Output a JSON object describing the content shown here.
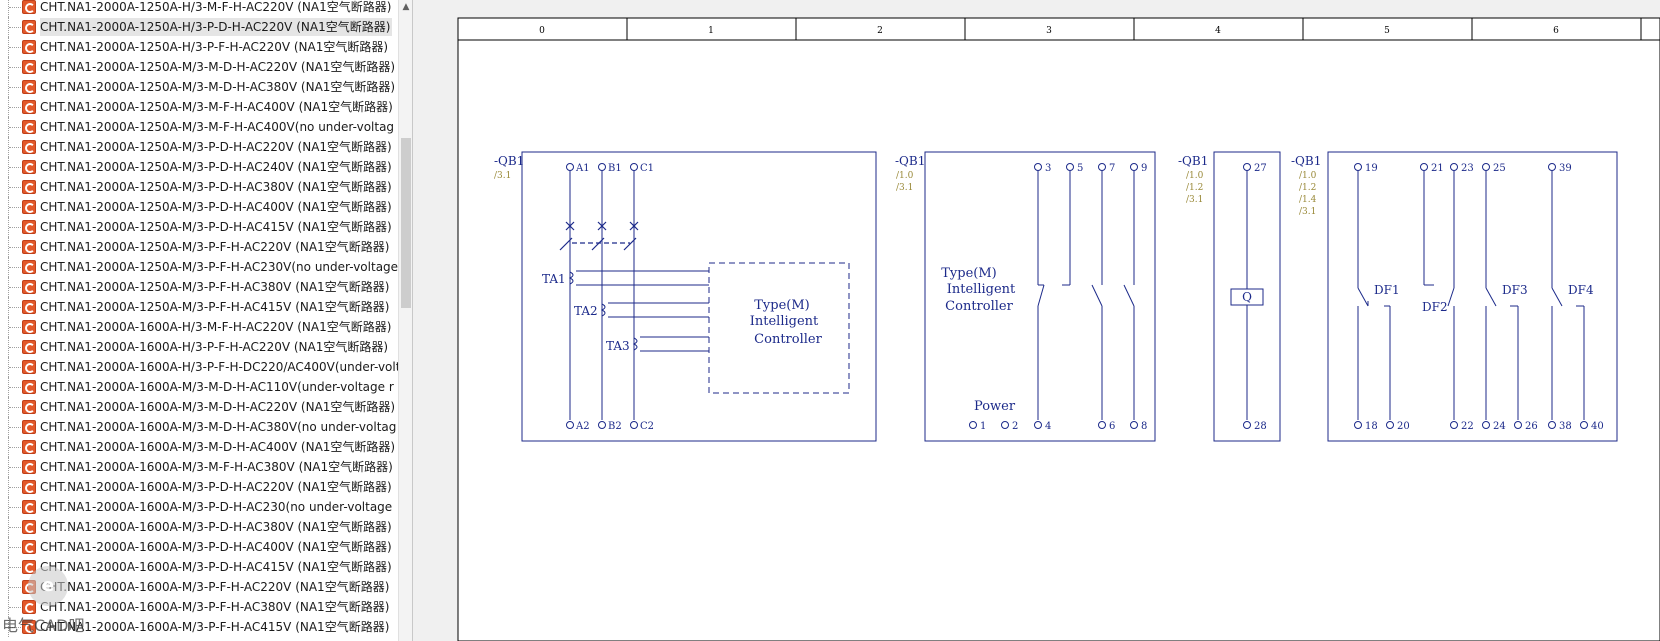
{
  "tree": {
    "selected_index": 1,
    "items": [
      "CHT.NA1-2000A-1250A-H/3-M-F-H-AC220V (NA1空气断路器)",
      "CHT.NA1-2000A-1250A-H/3-P-D-H-AC220V (NA1空气断路器)",
      "CHT.NA1-2000A-1250A-H/3-P-F-H-AC220V (NA1空气断路器)",
      "CHT.NA1-2000A-1250A-M/3-M-D-H-AC220V (NA1空气断路器)",
      "CHT.NA1-2000A-1250A-M/3-M-D-H-AC380V (NA1空气断路器)",
      "CHT.NA1-2000A-1250A-M/3-M-F-H-AC400V (NA1空气断路器)",
      "CHT.NA1-2000A-1250A-M/3-M-F-H-AC400V(no under-voltag",
      "CHT.NA1-2000A-1250A-M/3-P-D-H-AC220V (NA1空气断路器)",
      "CHT.NA1-2000A-1250A-M/3-P-D-H-AC240V (NA1空气断路器)",
      "CHT.NA1-2000A-1250A-M/3-P-D-H-AC380V (NA1空气断路器)",
      "CHT.NA1-2000A-1250A-M/3-P-D-H-AC400V (NA1空气断路器)",
      "CHT.NA1-2000A-1250A-M/3-P-D-H-AC415V (NA1空气断路器)",
      "CHT.NA1-2000A-1250A-M/3-P-F-H-AC220V (NA1空气断路器)",
      "CHT.NA1-2000A-1250A-M/3-P-F-H-AC230V(no under-voltage",
      "CHT.NA1-2000A-1250A-M/3-P-F-H-AC380V (NA1空气断路器)",
      "CHT.NA1-2000A-1250A-M/3-P-F-H-AC415V (NA1空气断路器)",
      "CHT.NA1-2000A-1600A-H/3-M-F-H-AC220V (NA1空气断路器)",
      "CHT.NA1-2000A-1600A-H/3-P-F-H-AC220V (NA1空气断路器)",
      "CHT.NA1-2000A-1600A-H/3-P-F-H-DC220/AC400V(under-volt",
      "CHT.NA1-2000A-1600A-M/3-M-D-H-AC110V(under-voltage r",
      "CHT.NA1-2000A-1600A-M/3-M-D-H-AC220V (NA1空气断路器)",
      "CHT.NA1-2000A-1600A-M/3-M-D-H-AC380V(no under-voltag",
      "CHT.NA1-2000A-1600A-M/3-M-D-H-AC400V (NA1空气断路器)",
      "CHT.NA1-2000A-1600A-M/3-M-F-H-AC380V (NA1空气断路器)",
      "CHT.NA1-2000A-1600A-M/3-P-D-H-AC220V (NA1空气断路器)",
      "CHT.NA1-2000A-1600A-M/3-P-D-H-AC230(no under-voltage",
      "CHT.NA1-2000A-1600A-M/3-P-D-H-AC380V (NA1空气断路器)",
      "CHT.NA1-2000A-1600A-M/3-P-D-H-AC400V (NA1空气断路器)",
      "CHT.NA1-2000A-1600A-M/3-P-D-H-AC415V (NA1空气断路器)",
      "CHT.NA1-2000A-1600A-M/3-P-F-H-AC220V (NA1空气断路器)",
      "CHT.NA1-2000A-1600A-M/3-P-F-H-AC380V (NA1空气断路器)",
      "CHT.NA1-2000A-1600A-M/3-P-F-H-AC415V (NA1空气断路器)"
    ]
  },
  "watermark": {
    "text": "电气CAD吧",
    "logo": "e"
  },
  "drawing": {
    "columns": [
      "0",
      "1",
      "2",
      "3",
      "4",
      "5",
      "6"
    ],
    "qb1_main": {
      "tag": "-QB1",
      "ref": "/3.1",
      "top_terminals": [
        "A1",
        "B1",
        "C1"
      ],
      "bottom_terminals": [
        "A2",
        "B2",
        "C2"
      ],
      "transformers": [
        "TA1",
        "TA2",
        "TA3"
      ],
      "controller_lines": [
        "Type(M)",
        "Intelligent",
        "Controller"
      ]
    },
    "qb1_controller": {
      "tag": "-QB1",
      "refs": [
        "/1.0",
        "/3.1"
      ],
      "lines": [
        "Type(M)",
        "Intelligent",
        "Controller"
      ],
      "power_label": "Power",
      "top_terminals": [
        "3",
        "5",
        "7",
        "9"
      ],
      "bottom_terminals": [
        "1",
        "2",
        "4",
        "6",
        "8"
      ]
    },
    "qb1_coil": {
      "tag": "-QB1",
      "refs": [
        "/1.0",
        "/1.2",
        "/3.1"
      ],
      "top_terminal": "27",
      "bottom_terminal": "28",
      "coil_label": "Q"
    },
    "qb1_aux": {
      "tag": "-QB1",
      "refs": [
        "/1.0",
        "/1.2",
        "/1.4",
        "/3.1"
      ],
      "top_terminals": [
        "19",
        "21",
        "23",
        "25",
        "39"
      ],
      "bottom_terminals": [
        "18",
        "20",
        "22",
        "24",
        "26",
        "38",
        "40"
      ],
      "contacts": [
        "DF1",
        "DF2",
        "DF3",
        "DF4"
      ]
    },
    "colors": {
      "line": "#1c2a8a",
      "ref": "#9a8a3a",
      "frame": "#000000",
      "sheet": "#ffffff"
    }
  }
}
